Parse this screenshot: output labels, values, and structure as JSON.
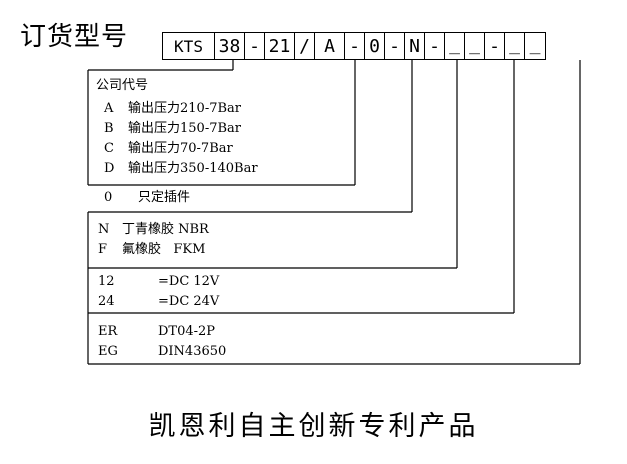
{
  "title": "订货型号",
  "model_boxes": [
    "KTS",
    "38",
    "-",
    "21",
    "/",
    "A",
    "-",
    "0",
    "-",
    "N",
    "-",
    "_",
    "_",
    "-",
    "_",
    "_"
  ],
  "company_code_label": "公司代号",
  "pressure_options": [
    {
      "code": "A",
      "desc": "输出压力210-7Bar"
    },
    {
      "code": "B",
      "desc": "输出压力150-7Bar"
    },
    {
      "code": "C",
      "desc": "输出压力70-7Bar"
    },
    {
      "code": "D",
      "desc": "输出压力350-140Bar"
    }
  ],
  "insert_option": {
    "code": "0",
    "desc": "只定插件"
  },
  "seal_options": [
    {
      "code": "N",
      "desc": "丁青橡胶 NBR"
    },
    {
      "code": "F",
      "desc": "氟橡胶   FKM"
    }
  ],
  "voltage_options": [
    {
      "code": "12",
      "desc": "=DC 12V"
    },
    {
      "code": "24",
      "desc": "=DC 24V"
    }
  ],
  "connector_options": [
    {
      "code": "ER",
      "desc": "DT04-2P"
    },
    {
      "code": "EG",
      "desc": "DIN43650"
    }
  ],
  "footer": "凯恩利自主创新专利产品"
}
